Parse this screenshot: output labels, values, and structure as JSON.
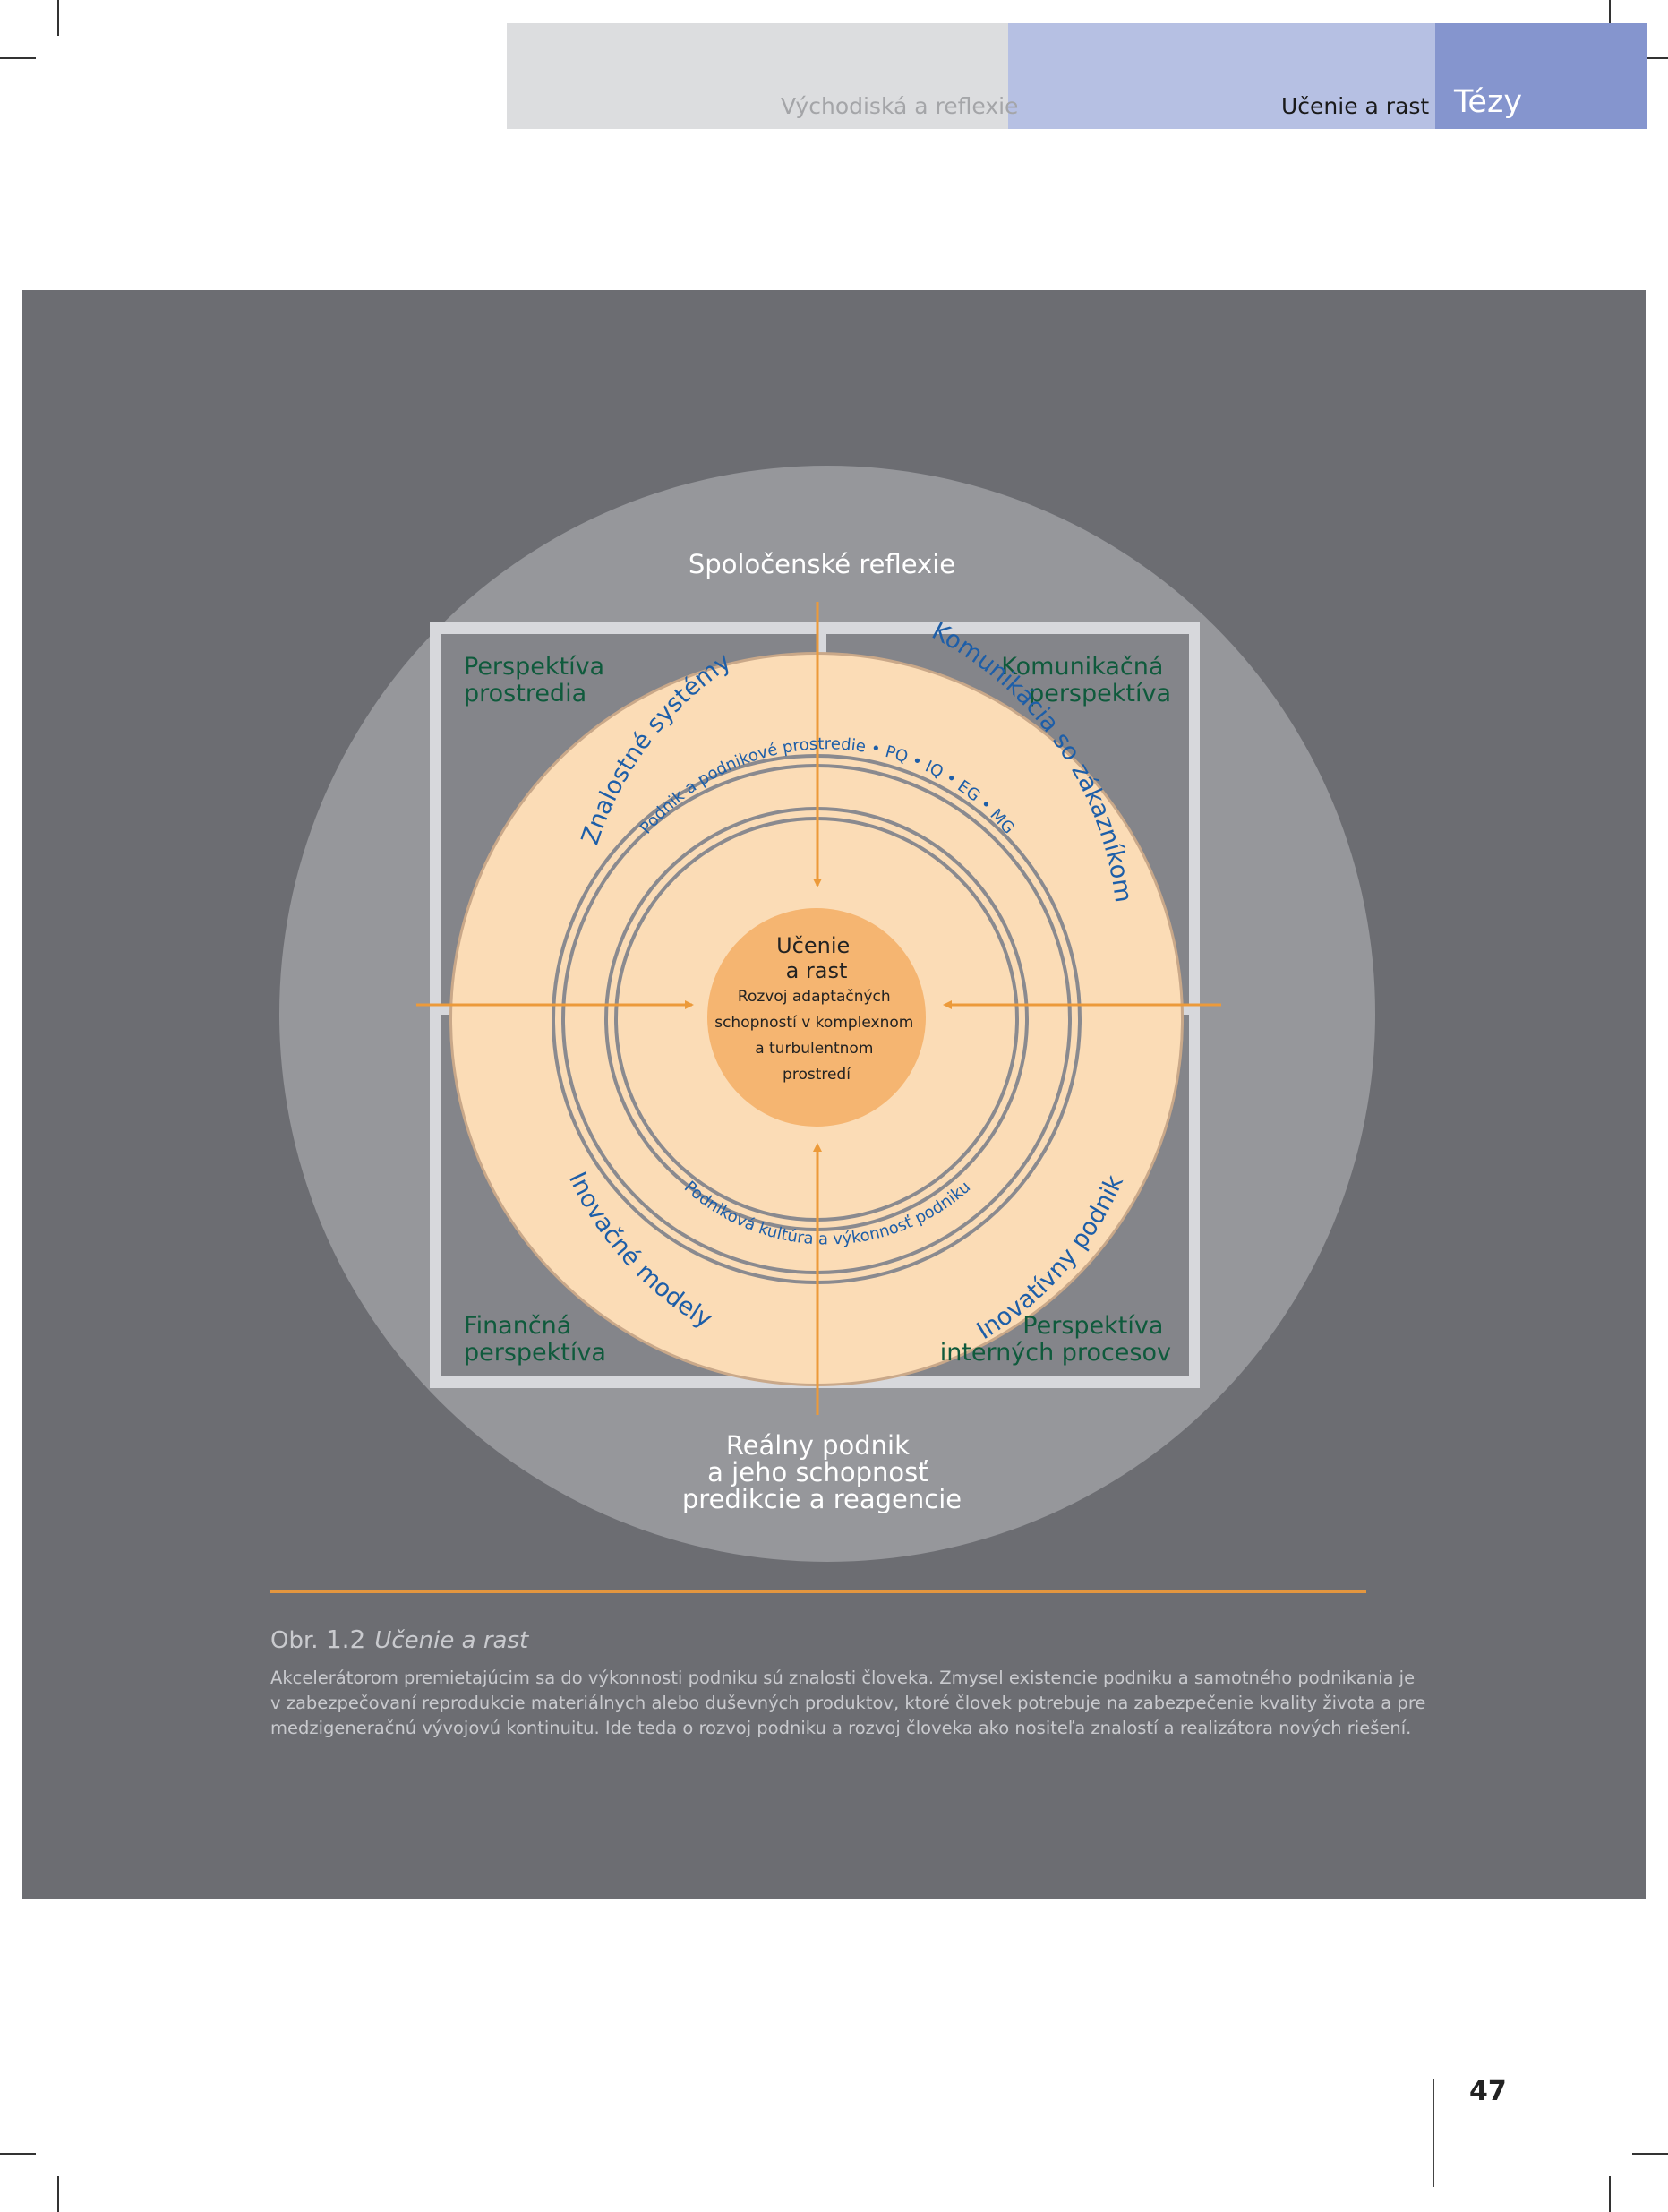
{
  "header": {
    "section_left": "Východiská a reflexie",
    "section_mid": "Učenie a rast",
    "section_right": "Tézy",
    "colors": {
      "grey": "#dcdddf",
      "lavender": "#b6c0e3",
      "blue": "#8595ce"
    }
  },
  "diagram": {
    "top_label": "Spoločenské reflexie",
    "bottom_label": [
      "Reálny podnik",
      "a jeho schopnosť",
      "predikcie a reagencie"
    ],
    "quadrants": {
      "top_left": [
        "Perspektíva",
        "prostredia"
      ],
      "top_right": [
        "Komunikačná",
        "perspektíva"
      ],
      "bottom_left": [
        "Finančná",
        "perspektíva"
      ],
      "bottom_right": [
        "Perspektíva",
        "interných procesov"
      ]
    },
    "ring_labels": {
      "top_left": "Znalostné systémy",
      "top_right": "Komunikácia so zákazníkom",
      "bottom_left": "Inovačné modely",
      "bottom_right": "Inovatívny podnik"
    },
    "inner_ring": {
      "top": "Podnik a podnikové prostredie • PQ • IQ • EG • MG",
      "bottom": "Podniková kultúra a výkonnosť podniku"
    },
    "center": {
      "title": [
        "Učenie",
        "a rast"
      ],
      "text": [
        "Rozvoj adaptačných",
        "schopností v komplexnom",
        "a turbulentnom",
        "prostredí"
      ]
    },
    "colors": {
      "panel": "#6c6d72",
      "circle": "#96979b",
      "square_border": "#d7d8dc",
      "quadrant": "#84858a",
      "ring": "#fbdcb6",
      "center": "#f5b571",
      "arrow": "#ec9a3a",
      "quadrant_text": "#0f5a3c",
      "ring_text": "#1d5ea8"
    }
  },
  "caption": {
    "prefix": "Obr.",
    "number": "1.2",
    "title": "Učenie a rast",
    "lines": [
      "Akcelerátorom premietajúcim sa do výkonnosti podniku sú znalosti človeka. Zmysel existencie podniku a samotného podnikania je",
      "v zabezpečovaní reprodukcie materiálnych alebo duševných produktov, ktoré človek potrebuje na zabezpečenie kvality života a pre",
      "medzigeneračnú vývojovú kontinuitu. Ide teda o rozvoj  podniku a rozvoj človeka ako nositeľa znalostí a realizátora nových riešení."
    ]
  },
  "page_number": "47"
}
